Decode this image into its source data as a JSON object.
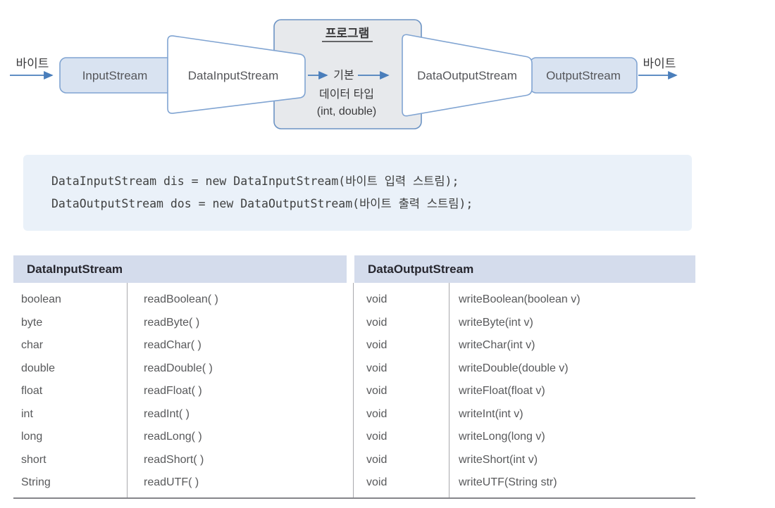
{
  "diagram": {
    "byte_label_left": "바이트",
    "byte_label_right": "바이트",
    "input_stream_label": "InputStream",
    "data_input_stream_label": "DataInputStream",
    "program_title": "프로그램",
    "program_line1": "기본",
    "program_line2": "데이터 타입",
    "program_line3": "(int, double)",
    "data_output_stream_label": "DataOutputStream",
    "output_stream_label": "OutputStream",
    "colors": {
      "stream_box_fill": "#d9e3f1",
      "stream_box_border": "#80a4d2",
      "trapezoid_fill": "#ffffff",
      "program_box_fill": "#e7e9ec",
      "program_box_border": "#6b93c4",
      "arrow": "#4a7ebb",
      "label_text": "#3a3a3c",
      "stream_text": "#55565a"
    }
  },
  "code": {
    "line1": "DataInputStream dis = new DataInputStream(바이트 입력 스트림);",
    "line2": "DataOutputStream dos = new DataOutputStream(바이트 출력 스트림);"
  },
  "table": {
    "left": {
      "header": "DataInputStream",
      "rows": [
        {
          "type": "boolean",
          "method": "readBoolean( )"
        },
        {
          "type": "byte",
          "method": "readByte( )"
        },
        {
          "type": "char",
          "method": "readChar( )"
        },
        {
          "type": "double",
          "method": "readDouble( )"
        },
        {
          "type": "float",
          "method": "readFloat( )"
        },
        {
          "type": "int",
          "method": "readInt( )"
        },
        {
          "type": "long",
          "method": "readLong( )"
        },
        {
          "type": "short",
          "method": "readShort( )"
        },
        {
          "type": "String",
          "method": "readUTF( )"
        }
      ]
    },
    "right": {
      "header": "DataOutputStream",
      "rows": [
        {
          "type": "void",
          "method": "writeBoolean(boolean v)"
        },
        {
          "type": "void",
          "method": "writeByte(int v)"
        },
        {
          "type": "void",
          "method": "writeChar(int v)"
        },
        {
          "type": "void",
          "method": "writeDouble(double v)"
        },
        {
          "type": "void",
          "method": "writeFloat(float v)"
        },
        {
          "type": "void",
          "method": "writeInt(int v)"
        },
        {
          "type": "void",
          "method": "writeLong(long v)"
        },
        {
          "type": "void",
          "method": "writeShort(int v)"
        },
        {
          "type": "void",
          "method": "writeUTF(String str)"
        }
      ]
    }
  }
}
